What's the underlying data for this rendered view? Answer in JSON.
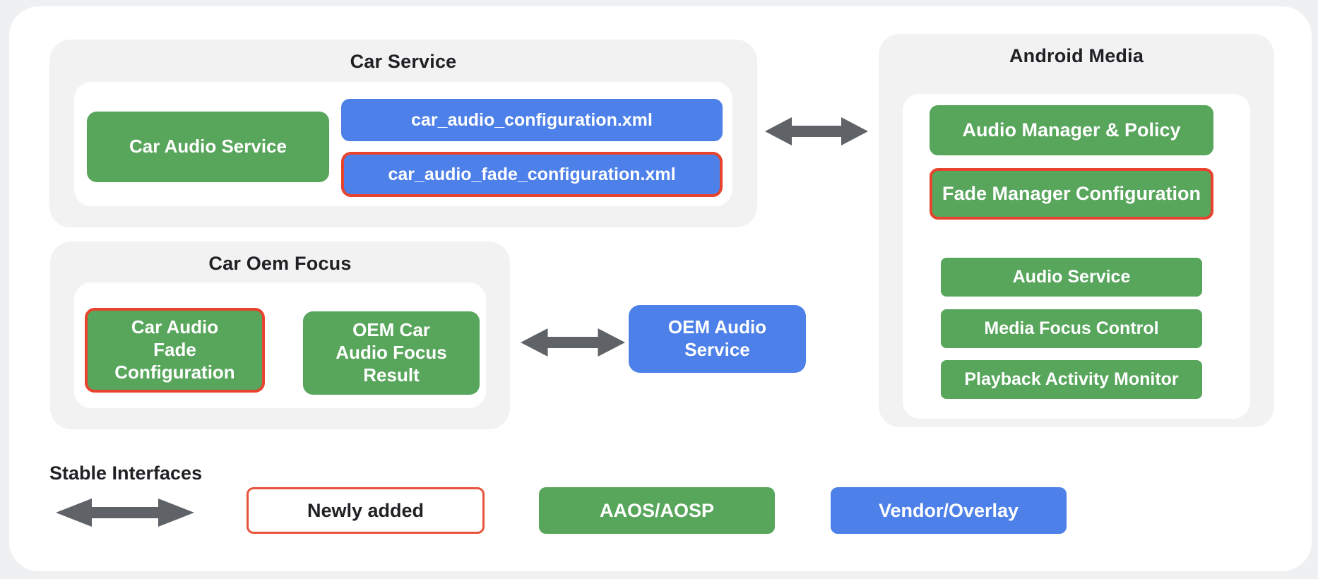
{
  "colors": {
    "page_background": "#eef0f2",
    "card_background": "#ffffff",
    "group_background": "#f2f2f3",
    "aaos_green": "#58a55c",
    "vendor_blue": "#4d80e8",
    "highlight_red": "#e8432e",
    "arrow_gray": "#5f6368",
    "title_text": "#202124",
    "box_text": "#ffffff"
  },
  "groups": {
    "car_service": {
      "title": "Car Service",
      "boxes": {
        "car_audio_service": "Car Audio Service",
        "car_audio_configuration_xml": "car_audio_configuration.xml",
        "car_audio_fade_configuration_xml": "car_audio_fade_configuration.xml"
      }
    },
    "car_oem_focus": {
      "title": "Car Oem Focus",
      "boxes": {
        "car_audio_fade_configuration": "Car Audio Fade Configuration",
        "oem_car_audio_focus_result": "OEM Car Audio Focus Result"
      }
    },
    "android_media": {
      "title": "Android Media",
      "boxes": {
        "audio_manager_policy": "Audio Manager & Policy",
        "fade_manager_configuration": "Fade Manager Configuration",
        "audio_service": "Audio Service",
        "media_focus_control": "Media Focus Control",
        "playback_activity_monitor": "Playback Activity Monitor"
      }
    }
  },
  "standalone_boxes": {
    "oem_audio_service": "OEM Audio Service"
  },
  "legend": {
    "stable_interfaces_label": "Stable Interfaces",
    "newly_added": "Newly added",
    "aaos_aosp": "AAOS/AOSP",
    "vendor_overlay": "Vendor/Overlay"
  },
  "icons": {
    "bidirectional_arrow": "bidirectional-arrow"
  }
}
